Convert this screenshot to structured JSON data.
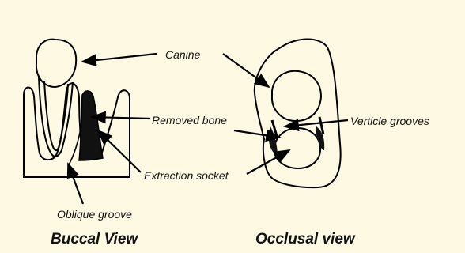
{
  "labels": {
    "canine": "Canine",
    "removed_bone": "Removed bone",
    "verticle_grooves": "Verticle grooves",
    "extraction_socket": "Extraction socket",
    "oblique_groove": "Oblique groove"
  },
  "captions": {
    "buccal": "Buccal View",
    "occlusal": "Occlusal view"
  }
}
